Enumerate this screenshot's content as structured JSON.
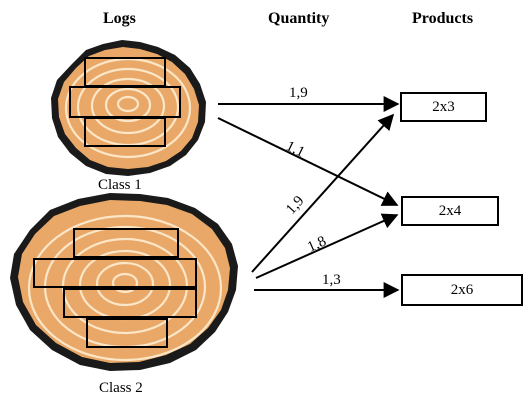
{
  "headers": {
    "logs": "Logs",
    "quantity": "Quantity",
    "products": "Products"
  },
  "logs": [
    {
      "label": "Class 1"
    },
    {
      "label": "Class 2"
    }
  ],
  "products": [
    {
      "label": "2x3"
    },
    {
      "label": "2x4"
    },
    {
      "label": "2x6"
    }
  ],
  "flows": [
    {
      "from": "Class 1",
      "to": "2x3",
      "quantity": "1,9"
    },
    {
      "from": "Class 1",
      "to": "2x4",
      "quantity": "1,1"
    },
    {
      "from": "Class 2",
      "to": "2x3",
      "quantity": "1,9"
    },
    {
      "from": "Class 2",
      "to": "2x4",
      "quantity": "1,8"
    },
    {
      "from": "Class 2",
      "to": "2x6",
      "quantity": "1,3"
    }
  ],
  "colors": {
    "bark": "#1a1a1a",
    "wood": "#e9a868",
    "rings": "#fbe6c8"
  }
}
